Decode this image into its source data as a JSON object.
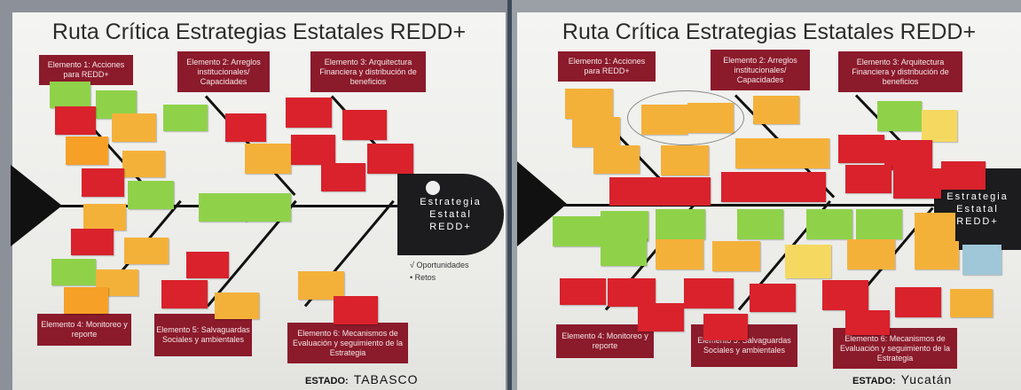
{
  "panels": [
    {
      "title": "Ruta Crítica Estrategias Estatales REDD+",
      "elements": [
        "Elemento 1:\nAcciones para REDD+",
        "Elemento 2: Arreglos institucionales/ Capacidades",
        "Elemento 3: Arquitectura Financiera y distribución de beneficios",
        "Elemento 4: Monitoreo y reporte",
        "Elemento 5: Salvaguardas Sociales y ambientales",
        "Elemento 6: Mecanismos de Evaluación y seguimiento de la Estrategia"
      ],
      "head": [
        "Estrategia",
        "Estatal",
        "REDD+"
      ],
      "estado_label": "ESTADO:",
      "estado_value": "TABASCO",
      "legend": [
        "√ Oportunidades",
        "• Retos"
      ]
    },
    {
      "title": "Ruta Crítica Estrategias Estatales REDD+",
      "elements": [
        "Elemento 1: Acciones para REDD+",
        "Elemento 2: Arreglos institucionales/ Capacidades",
        "Elemento 3: Arquitectura Financiera y distribución de beneficios",
        "Elemento 4: Monitoreo y reporte",
        "Elemento 5: Salvaguardas Sociales y ambientales",
        "Elemento 6: Mecanismos de Evaluación y seguimiento de la Estrategia"
      ],
      "head": [
        "Estrategia",
        "Estatal",
        "REDD+"
      ],
      "estado_label": "ESTADO:",
      "estado_value": "Yucatán"
    }
  ],
  "colors": {
    "element_box": "#8b1a2b",
    "head": "#1c1c1e",
    "note_red": "#d9222c",
    "note_yellow": "#f4b13a",
    "note_green": "#8fd24a"
  }
}
